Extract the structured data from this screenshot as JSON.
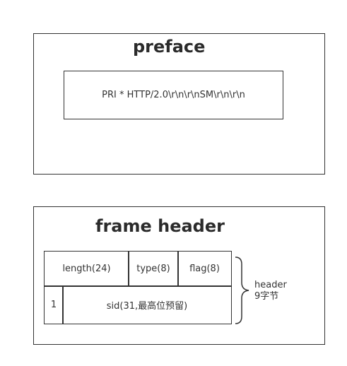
{
  "preface": {
    "title": "preface",
    "content": "PRI * HTTP/2.0\\r\\n\\r\\nSM\\r\\n\\r\\n"
  },
  "frame_header": {
    "title": "frame header",
    "fields": {
      "length": "length(24)",
      "type": "type(8)",
      "flag": "flag(8)",
      "reserved": "1",
      "sid": "sid(31,最高位预留)"
    },
    "brace_label_line1": "header",
    "brace_label_line2": "9字节"
  }
}
